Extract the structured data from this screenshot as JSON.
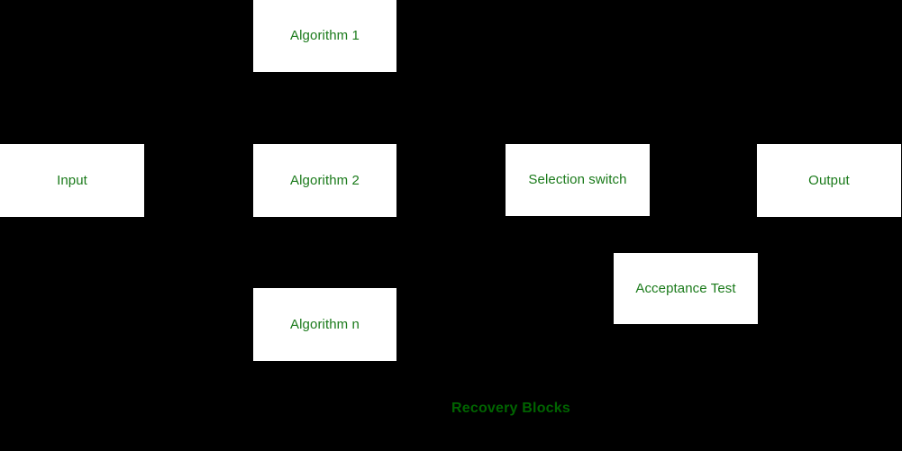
{
  "diagram": {
    "background_color": "#000000",
    "node_fill_color": "#ffffff",
    "node_text_color": "#1a7a1a",
    "caption_color": "#006400",
    "nodes": [
      {
        "id": "algorithm-1",
        "label": "Algorithm 1"
      },
      {
        "id": "input",
        "label": "Input"
      },
      {
        "id": "algorithm-2",
        "label": "Algorithm 2"
      },
      {
        "id": "selection-switch",
        "label": "Selection switch"
      },
      {
        "id": "output",
        "label": "Output"
      },
      {
        "id": "acceptance-test",
        "label": "Acceptance Test"
      },
      {
        "id": "algorithm-n",
        "label": "Algorithm n"
      }
    ],
    "caption": "Recovery Blocks"
  }
}
